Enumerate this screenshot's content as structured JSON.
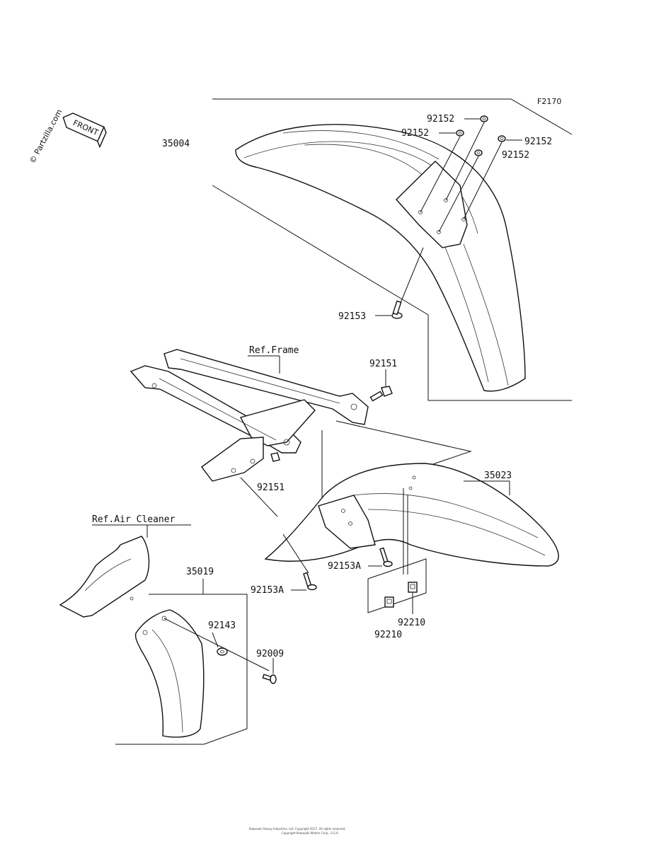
{
  "figure": {
    "code": "F2170",
    "watermark": "© Partzilla.com",
    "front_badge": "FRONT",
    "footer_line1": "Kawasaki Heavy Industries, Ltd. Copyright 2017. All rights reserved.",
    "footer_line2": "Copyright Kawasaki Motors Corp., U.S.A."
  },
  "labels": {
    "front_fender": "35004",
    "washer_top": "92152",
    "washer_left": "92152",
    "washer_right_a": "92152",
    "washer_right_b": "92152",
    "front_bolt": "92153",
    "ref_frame": "Ref.Frame",
    "frame_bolt_upper": "92151",
    "frame_bolt_lower": "92151",
    "rear_fender": "35023",
    "ref_air_cleaner": "Ref.Air Cleaner",
    "flap": "35019",
    "flap_washer": "92143",
    "flap_bolt": "92009",
    "rear_bolt_right": "92153A",
    "rear_bolt_left": "92153A",
    "nut_right": "92210",
    "nut_left": "92210"
  }
}
